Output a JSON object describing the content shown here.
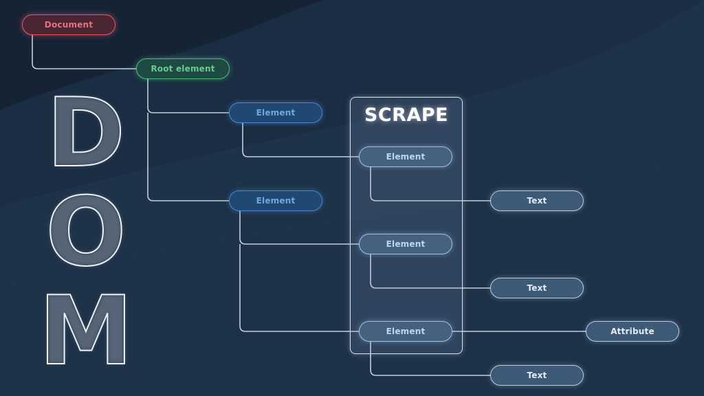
{
  "heading_letters": [
    "D",
    "O",
    "M"
  ],
  "scrape_label": "SCRAPE",
  "nodes": {
    "document": "Document",
    "root": "Root element",
    "element_1": "Element",
    "element_2": "Element",
    "scrape_element_1": "Element",
    "scrape_element_2": "Element",
    "scrape_element_3": "Element",
    "text_1": "Text",
    "text_2": "Text",
    "text_3": "Text",
    "attribute": "Attribute"
  },
  "colors": {
    "background": "#1b2d43",
    "document": "#e0596a",
    "root": "#4dbb78",
    "element": "#4a86d0",
    "scraped": "#9fc0e6",
    "link": "#d5e1ee"
  }
}
